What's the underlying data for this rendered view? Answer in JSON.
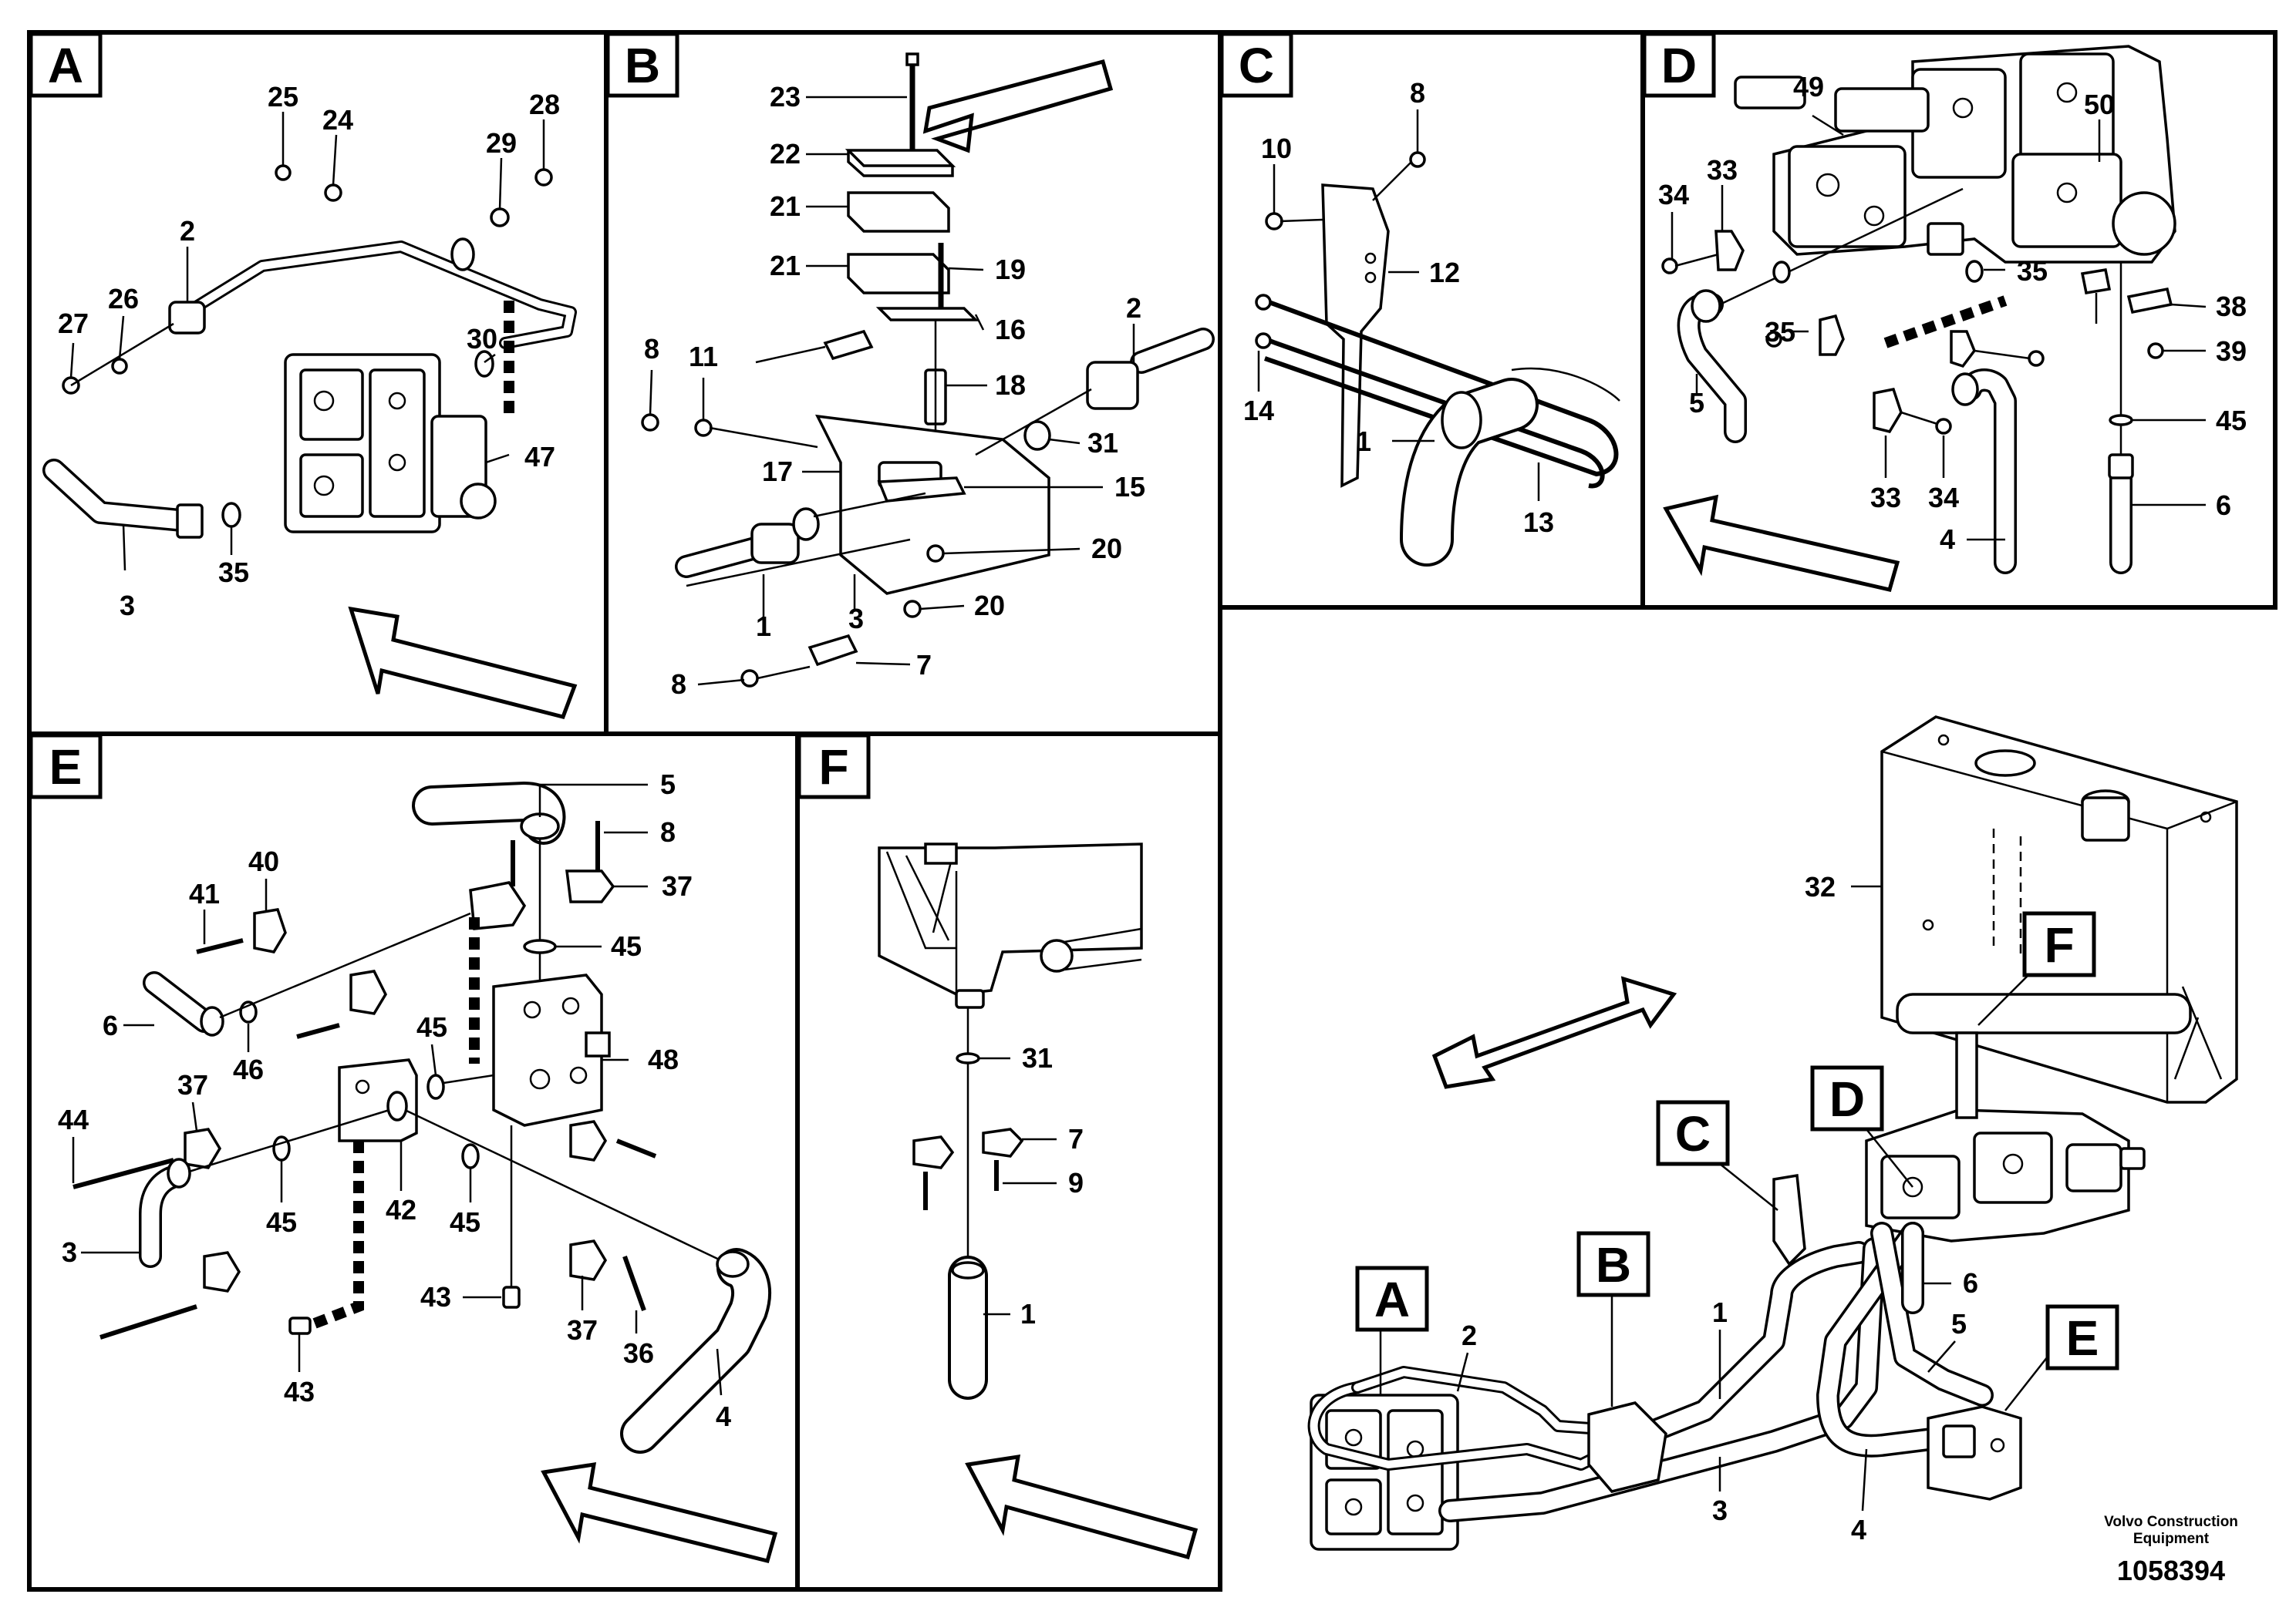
{
  "panels": [
    {
      "letter": "A",
      "callouts": [
        "25",
        "24",
        "28",
        "29",
        "2",
        "27",
        "26",
        "30",
        "47",
        "35",
        "3"
      ]
    },
    {
      "letter": "B",
      "callouts": [
        "23",
        "22",
        "21",
        "21",
        "19",
        "16",
        "8",
        "11",
        "18",
        "2",
        "31",
        "17",
        "15",
        "20",
        "20",
        "1",
        "3",
        "8",
        "7"
      ]
    },
    {
      "letter": "C",
      "callouts": [
        "8",
        "10",
        "12",
        "14",
        "1",
        "13"
      ]
    },
    {
      "letter": "D",
      "callouts": [
        "49",
        "50",
        "34",
        "33",
        "35",
        "35",
        "38",
        "39",
        "5",
        "45",
        "33",
        "34",
        "6",
        "4"
      ]
    },
    {
      "letter": "E",
      "callouts": [
        "5",
        "8",
        "40",
        "37",
        "41",
        "45",
        "6",
        "45",
        "48",
        "37",
        "46",
        "44",
        "3",
        "45",
        "42",
        "45",
        "43",
        "37",
        "36",
        "43",
        "4"
      ]
    },
    {
      "letter": "F",
      "callouts": [
        "31",
        "7",
        "9",
        "1"
      ]
    }
  ],
  "overview": {
    "callouts": [
      "32",
      "2",
      "1",
      "6",
      "5",
      "3",
      "4"
    ],
    "markers": [
      "A",
      "B",
      "C",
      "D",
      "E",
      "F"
    ]
  },
  "footer": {
    "manufacturer_line1": "Volvo Construction",
    "manufacturer_line2": "Equipment",
    "drawing_number": "1058394"
  }
}
